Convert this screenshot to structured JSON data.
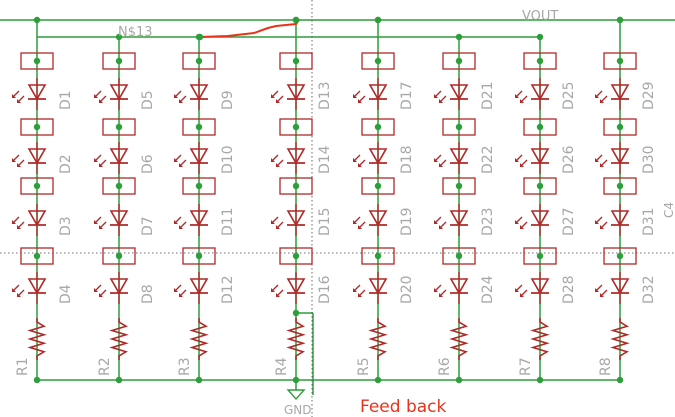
{
  "schematic": {
    "net_labels": {
      "top": "VOUT",
      "feedback_net": "N$13",
      "ground": "GND"
    },
    "annotation": "Feed back",
    "partial_label": "C4",
    "colors": {
      "wire": "#2d9e3a",
      "component": "#b02828",
      "label": "#a8a8a8",
      "highlight": "#e8331a",
      "crosshair": "#444444",
      "background": "#ffffff"
    },
    "columns": [
      {
        "resistor": "R1",
        "diodes": [
          "D1",
          "D2",
          "D3",
          "D4"
        ]
      },
      {
        "resistor": "R2",
        "diodes": [
          "D5",
          "D6",
          "D7",
          "D8"
        ]
      },
      {
        "resistor": "R3",
        "diodes": [
          "D9",
          "D10",
          "D11",
          "D12"
        ]
      },
      {
        "resistor": "R4",
        "diodes": [
          "D13",
          "D14",
          "D15",
          "D16"
        ]
      },
      {
        "resistor": "R5",
        "diodes": [
          "D17",
          "D18",
          "D19",
          "D20"
        ]
      },
      {
        "resistor": "R6",
        "diodes": [
          "D21",
          "D22",
          "D23",
          "D24"
        ]
      },
      {
        "resistor": "R7",
        "diodes": [
          "D25",
          "D26",
          "D27",
          "D28"
        ]
      },
      {
        "resistor": "R8",
        "diodes": [
          "D29",
          "D30",
          "D31",
          "D32"
        ]
      }
    ]
  }
}
